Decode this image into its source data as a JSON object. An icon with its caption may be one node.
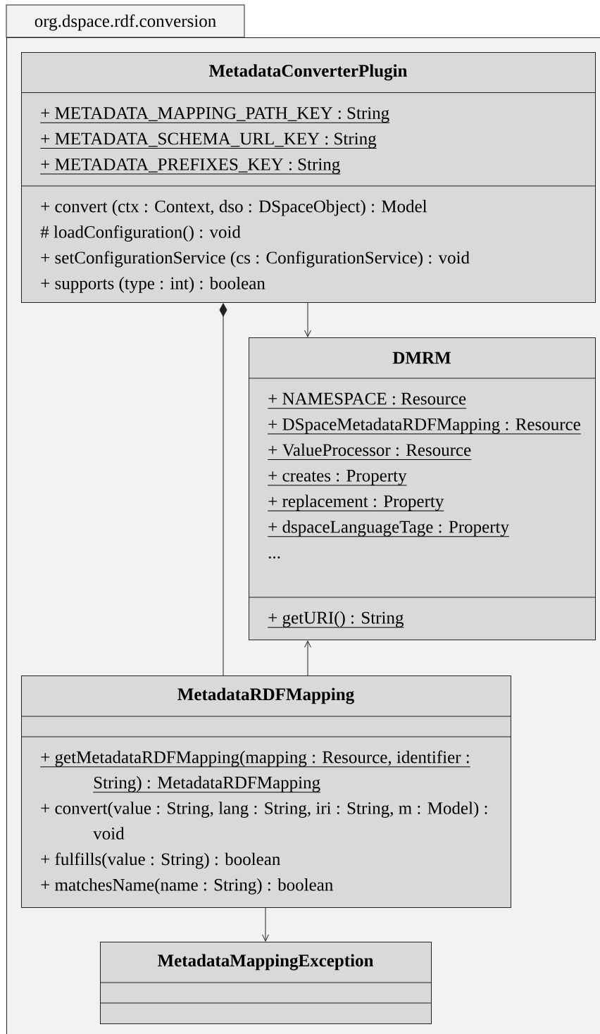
{
  "diagram": {
    "nodes": [
      {
        "text": [
          "org.dspace.rdf.conversion"
        ]
      },
      {
        "text": [
          "MetadataConverterPlugin",
          "+ METADATA_MAPPING_PATH_KEY : String",
          "+ METADATA_SCHEMA_URL_KEY : String",
          "+ METADATA_PREFIXES_KEY : String",
          "+ convert (ctx : Context, dso : DSpaceObject) : Model",
          "# loadConfiguration() : void",
          "+ setConfigurationService (cs : ConfigurationService) : void",
          "+ supports (type : int) : boolean"
        ],
        "in": 0
      },
      {
        "text": [
          "DMRM",
          "+ NAMESPACE : Resource",
          "+ DSpaceMetadataRDFMapping : Resource",
          "+ ValueProcessor : Resource",
          "+ creates : Property",
          "+ replacement : Property",
          "+ dspaceLanguageTage : Property",
          "...",
          "+ getURI() : String"
        ],
        "in": 0
      },
      {
        "text": [
          "MetadataRDFMapping",
          "+ getMetadataRDFMapping(mapping : Resource, identifier : String) : MetadataRDFMapping",
          "+ convert(value : String, lang : String, iri : String, m : Model) : void",
          "+ fulfills(value : String) : boolean",
          "+ matchesName(name : String) : boolean"
        ],
        "in": 0
      },
      {
        "text": [
          "MetadataMappingException"
        ],
        "in": 0
      }
    ],
    "edges": [
      {
        "from": 1,
        "to": 2,
        "arrow": "to"
      },
      {
        "from": 1,
        "to": 3,
        "arrow": "other"
      },
      {
        "from": 3,
        "to": 2,
        "arrow": "to"
      },
      {
        "from": 3,
        "to": 4,
        "arrow": "to"
      }
    ]
  }
}
